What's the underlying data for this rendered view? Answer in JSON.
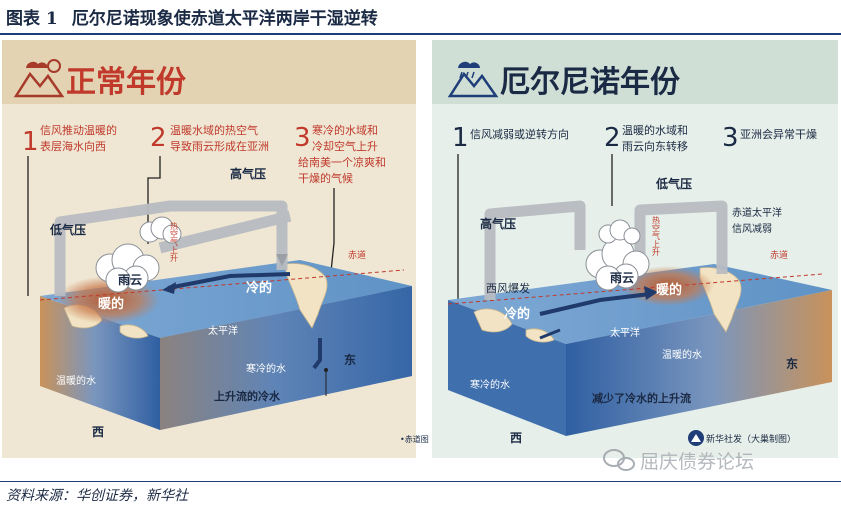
{
  "figure": {
    "number": "图表 1",
    "title": "厄尔尼诺现象使赤道太平洋两岸干湿逆转",
    "source": "资料来源：华创证券，新华社"
  },
  "normal": {
    "title": "正常年份",
    "steps": [
      {
        "num": "1",
        "lines": [
          "信风推动温暖的",
          "表层海水向西"
        ]
      },
      {
        "num": "2",
        "lines": [
          "温暖水域的热空气",
          "导致雨云形成在亚洲"
        ]
      },
      {
        "num": "3",
        "lines": [
          "寒冷的水域和",
          "冷却空气上升",
          "给南美一个凉爽和",
          "干燥的气候"
        ]
      }
    ],
    "labels": {
      "high_pressure": "高气压",
      "low_pressure": "低气压",
      "rain_cloud": "雨云",
      "hot_air_rising": "热空气上升",
      "equator": "赤道",
      "cold": "冷的",
      "warm": "暖的",
      "pacific": "太平洋",
      "warm_water": "温暖的水",
      "cold_water": "寒冷的水",
      "upwelling": "上升流的冷水",
      "west": "西",
      "east": "东",
      "equator_note": "•赤道图"
    }
  },
  "elnino": {
    "title": "厄尔尼诺年份",
    "steps": [
      {
        "num": "1",
        "lines": [
          "信风减弱或逆转方向"
        ]
      },
      {
        "num": "2",
        "lines": [
          "温暖的水域和",
          "雨云向东转移"
        ]
      },
      {
        "num": "3",
        "lines": [
          "亚洲会异常干燥"
        ]
      }
    ],
    "labels": {
      "low_pressure": "低气压",
      "high_pressure": "高气压",
      "rain_cloud": "雨云",
      "hot_air_rising": "热空气上升",
      "trade_wind_note": [
        "赤道太平洋",
        "信风减弱"
      ],
      "equator": "赤道",
      "westerly_burst": "西风爆发",
      "cold": "冷的",
      "warm": "暖的",
      "pacific": "太平洋",
      "cold_water": "寒冷的水",
      "warm_water": "温暖的水",
      "upwelling_reduced": "减少了冷水的上升流",
      "west": "西",
      "east": "东",
      "credit": "新华社发（大巢制图）"
    }
  },
  "watermark": "屈庆债券论坛",
  "colors": {
    "accent_red": "#c0392b",
    "left_panel_bg": "#efe7d4",
    "left_header_bg": "#e3d3b3",
    "right_panel_bg": "#e6efe9",
    "right_header_bg": "#cfdfd6",
    "ocean_top": "#6f9fce",
    "ocean_side": "#3e6fae",
    "text_dark": "#1b2a44"
  }
}
